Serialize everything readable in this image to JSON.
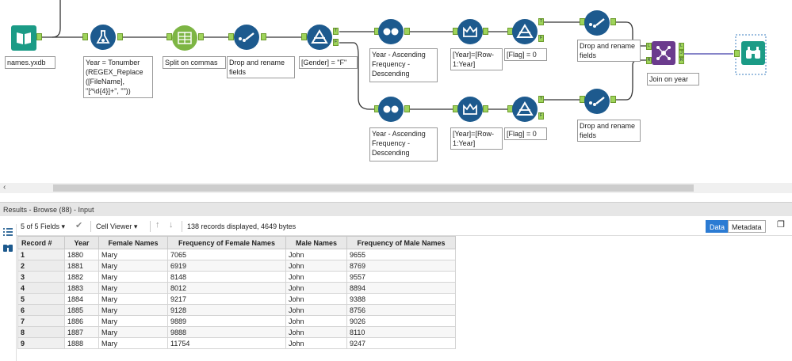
{
  "workflow": {
    "labels": {
      "input": "names.yxdb",
      "formula": "Year = Tonumber\n(REGEX_Replace\n([FileName],\n\"[^\\d{4}]+\", \"\"))",
      "text_to_columns": "Split on commas",
      "select_1": "Drop and rename\nfields",
      "filter_gender": "[Gender] = \"F\"",
      "sort_top": "Year - Ascending\nFrequency -\nDescending",
      "multirow_top": "[Year]=[Row-\n1:Year]",
      "filter_flag_top": "[Flag] = 0",
      "select_top": "Drop and rename\nfields",
      "join": "Join on year",
      "sort_bottom": "Year - Ascending\nFrequency -\nDescending",
      "multirow_bottom": "[Year]=[Row-\n1:Year]",
      "filter_flag_bottom": "[Flag] = 0",
      "select_bottom": "Drop and rename\nfields"
    },
    "anchors": {
      "true": "T",
      "false": "F",
      "left": "L",
      "join": "J",
      "right": "R"
    }
  },
  "results": {
    "title": "Results - Browse (88) - Input",
    "fields_selector": "5 of 5 Fields",
    "cell_viewer": "Cell Viewer",
    "records_info": "138 records displayed, 4649 bytes",
    "tabs": [
      "Data",
      "Metadata"
    ],
    "active_tab": "Data",
    "columns": [
      "Record #",
      "Year",
      "Female Names",
      "Frequency of Female Names",
      "Male Names",
      "Frequency of Male Names"
    ],
    "rows": [
      [
        "1",
        "1880",
        "Mary",
        "7065",
        "John",
        "9655"
      ],
      [
        "2",
        "1881",
        "Mary",
        "6919",
        "John",
        "8769"
      ],
      [
        "3",
        "1882",
        "Mary",
        "8148",
        "John",
        "9557"
      ],
      [
        "4",
        "1883",
        "Mary",
        "8012",
        "John",
        "8894"
      ],
      [
        "5",
        "1884",
        "Mary",
        "9217",
        "John",
        "9388"
      ],
      [
        "6",
        "1885",
        "Mary",
        "9128",
        "John",
        "8756"
      ],
      [
        "7",
        "1886",
        "Mary",
        "9889",
        "John",
        "9026"
      ],
      [
        "8",
        "1887",
        "Mary",
        "9888",
        "John",
        "8110"
      ],
      [
        "9",
        "1888",
        "Mary",
        "11754",
        "John",
        "9247"
      ]
    ]
  },
  "colors": {
    "tool_blue": "#1d5a8e",
    "input_green": "#1b9b86",
    "text_to_columns_green": "#7db544",
    "join_purple": "#6b3b8d",
    "anchor_green": "#9ed35a",
    "active_tab": "#2b7bd3"
  }
}
